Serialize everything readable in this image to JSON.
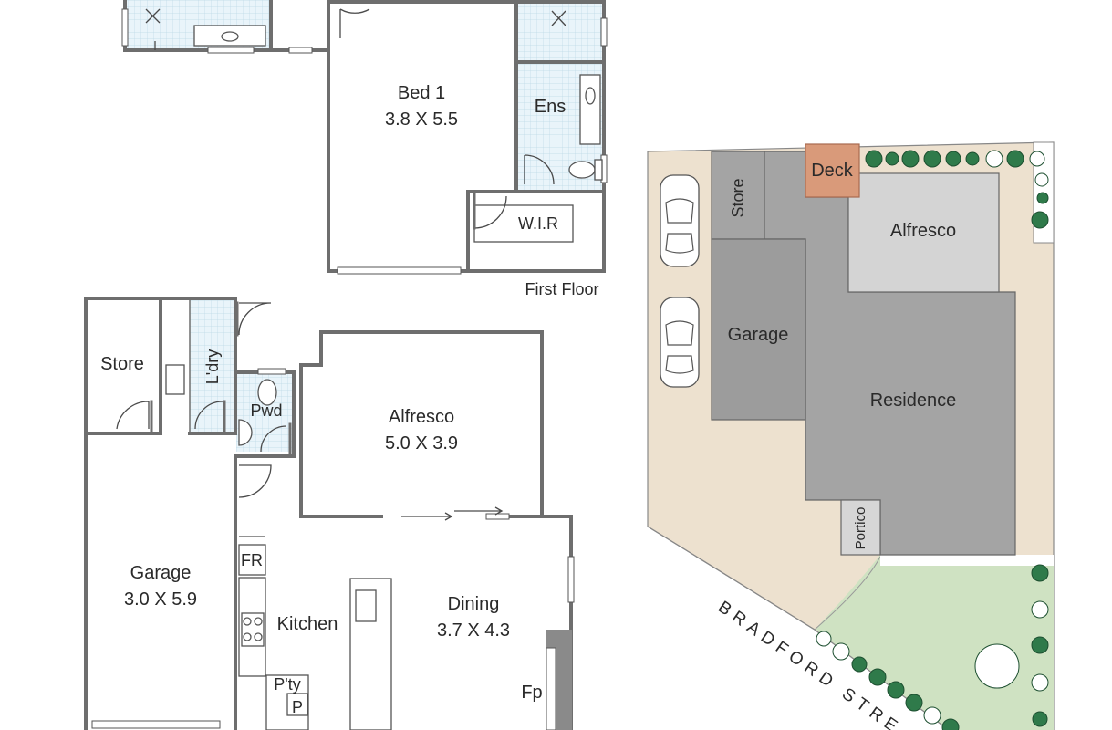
{
  "first_floor": {
    "caption": "First Floor",
    "rooms": {
      "bed1": {
        "name": "Bed 1",
        "size": "3.8 X 5.5"
      },
      "ens": {
        "name": "Ens"
      },
      "wir": {
        "name": "W.I.R"
      }
    }
  },
  "ground_floor": {
    "rooms": {
      "store": {
        "name": "Store"
      },
      "laundry": {
        "name": "L'dry"
      },
      "powder": {
        "name": "Pwd"
      },
      "alfresco": {
        "name": "Alfresco",
        "size": "5.0 X 3.9"
      },
      "garage": {
        "name": "Garage",
        "size": "3.0 X 5.9"
      },
      "kitchen": {
        "name": "Kitchen"
      },
      "dining": {
        "name": "Dining",
        "size": "3.7 X 4.3"
      },
      "fridge": {
        "name": "FR"
      },
      "pantry": {
        "name": "P'ty"
      },
      "pantry_p": {
        "name": "P"
      },
      "fireplace": {
        "name": "Fp"
      }
    }
  },
  "site_plan": {
    "labels": {
      "deck": "Deck",
      "store": "Store",
      "alfresco": "Alfresco",
      "garage": "Garage",
      "residence": "Residence",
      "portico": "Portico"
    },
    "street": "BRADFORD STRE"
  },
  "colors": {
    "wet_area_tile": "#e6f2f8",
    "site_land": "#ede1cf",
    "site_lawn": "#cfe2c2",
    "residence_roof": "#a4a4a4",
    "garage_roof": "#9c9c9c",
    "alfresco_roof": "#d4d4d4",
    "deck": "#d99a7a",
    "portico": "#d6d6d6",
    "tree": "#2f7a4a"
  }
}
